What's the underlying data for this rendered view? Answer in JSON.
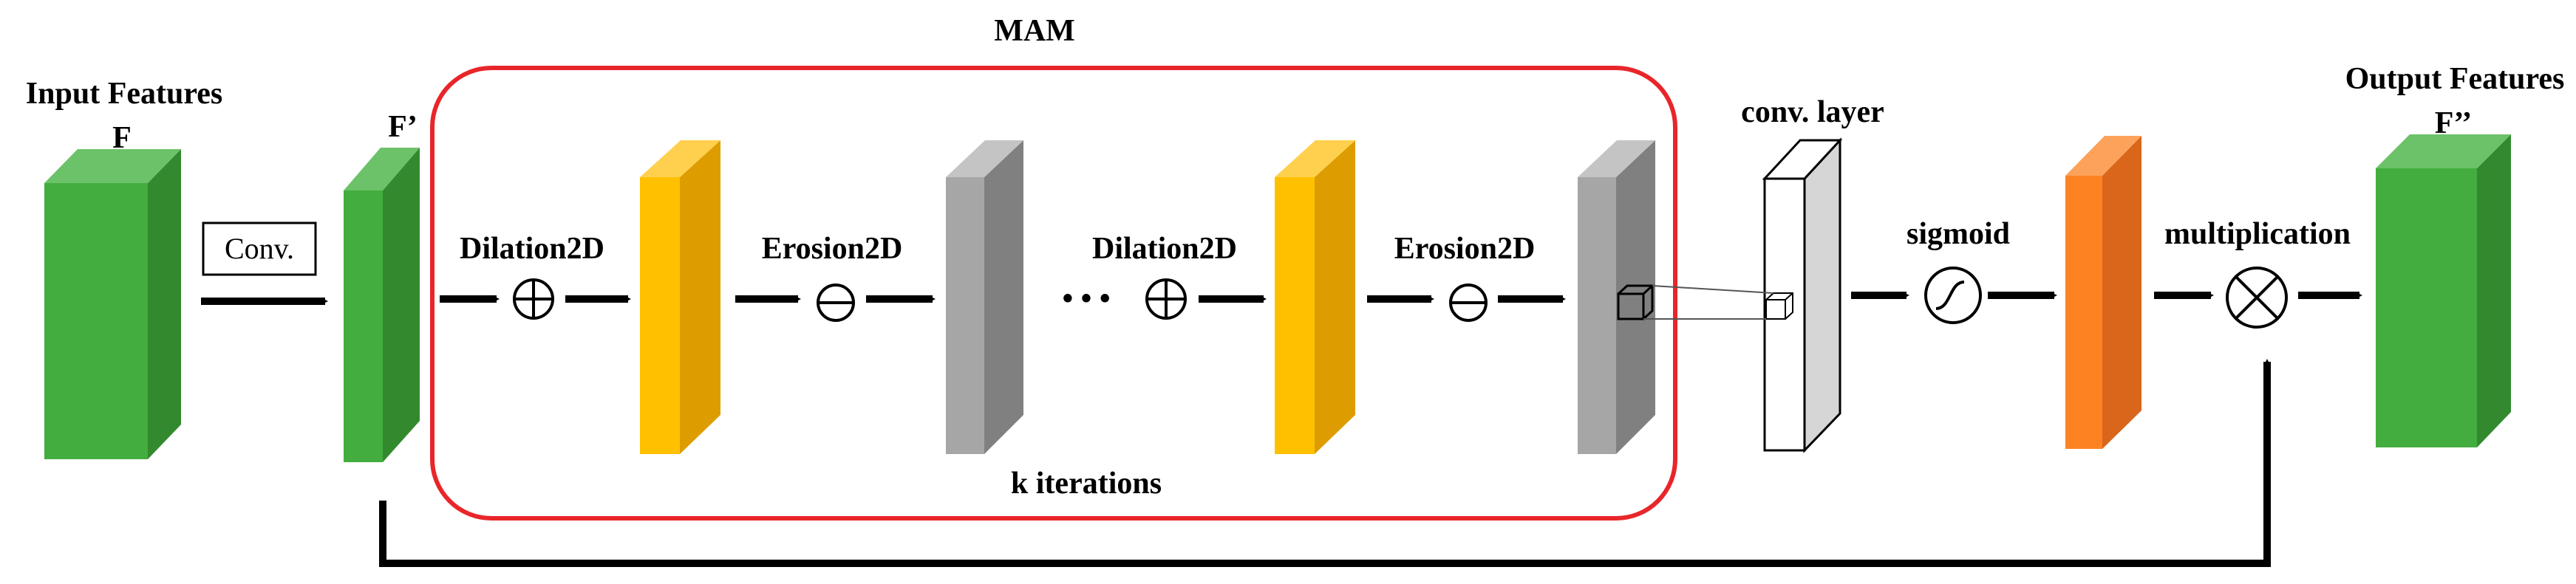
{
  "title": "MAM",
  "labels": {
    "input_features": "Input Features",
    "input_symbol": "F",
    "f_prime": "F’",
    "conv_box": "Conv.",
    "dilation1": "Dilation2D",
    "erosion1": "Erosion2D",
    "dilation2": "Dilation2D",
    "erosion2": "Erosion2D",
    "iterations": "k iterations",
    "conv_layer": "conv. layer",
    "sigmoid": "sigmoid",
    "multiplication": "multiplication",
    "output_features": "Output Features",
    "output_symbol": "F’’"
  },
  "operators": {
    "dilation": "⊕",
    "erosion": "⊖",
    "multiply": "⊗",
    "ellipsis": "• • •"
  },
  "colors": {
    "green_front": "#43ad3f",
    "green_top": "#6cc268",
    "green_side": "#338a2e",
    "yellow_front": "#ffc000",
    "yellow_side": "#dd9d00",
    "gray_front": "#a6a6a6",
    "gray_side": "#808080",
    "orange_front": "#fd8222",
    "orange_top": "#fca25a",
    "orange_side": "#d9661a",
    "mam_border": "#e8262a"
  }
}
